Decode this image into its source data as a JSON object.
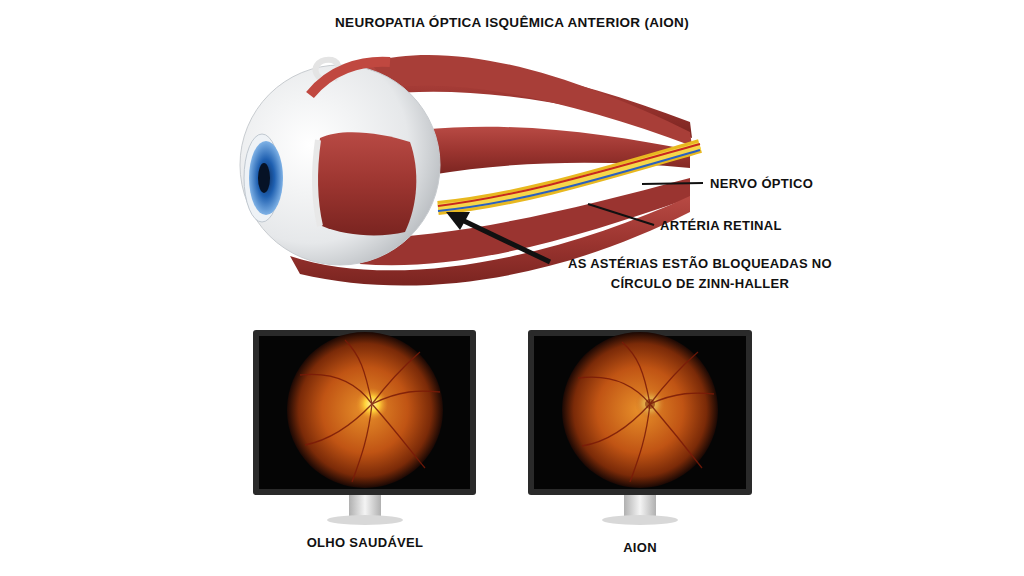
{
  "diagram": {
    "title": "NEUROPATIA ÓPTICA ISQUÊMICA ANTERIOR (AION)",
    "labels": [
      "NERVO ÓPTICO",
      "ARTÉRIA RETINAL",
      "AS ASTÉRIAS ESTÃO BLOQUEADAS NO CÍRCULO DE ZINN-HALLER",
      "OLHO SAUDÁVEL",
      "AION"
    ]
  }
}
